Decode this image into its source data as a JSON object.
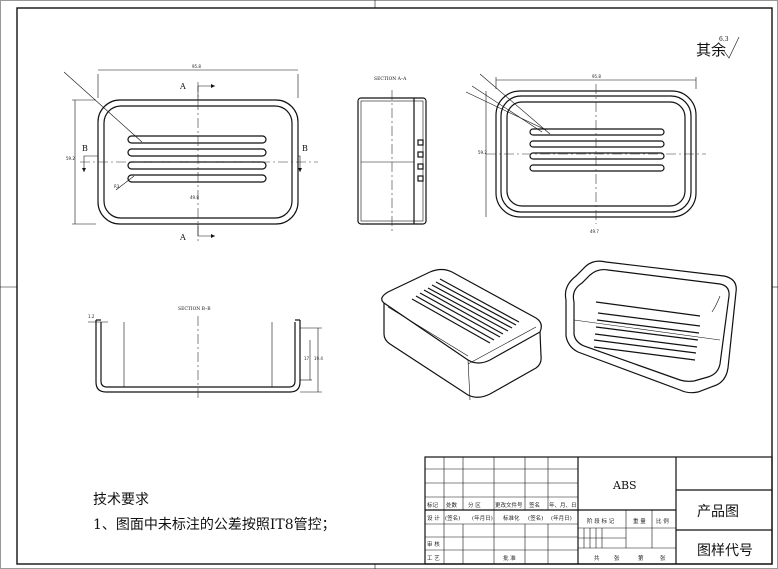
{
  "corner_note": "其余",
  "roughness": "6.3",
  "section_labels": {
    "aa": "SECTION A–A",
    "bb": "SECTION B–B"
  },
  "cut_markers": {
    "a": "A",
    "b": "B"
  },
  "tech_req": {
    "title": "技术要求",
    "item1": "1、图面中未标注的公差按照IT8管控；"
  },
  "title_block": {
    "material": "ABS",
    "drawing_name": "产品图",
    "drawing_code_label": "图样代号",
    "row_labels": [
      "标记",
      "处数",
      "分 区",
      "更改文件号",
      "签名",
      "年、月、日"
    ],
    "design_labels": [
      "设 计",
      "(签名)",
      "(年月日)",
      "标准化",
      "(签名)",
      "(年月日)"
    ],
    "stage_labels": [
      "阶 段 标 记",
      "重 量",
      "比 例"
    ],
    "review": "审 核",
    "process": "工 艺",
    "approve": "批 准",
    "sheets": [
      "共",
      "张",
      "第",
      "张"
    ]
  }
}
